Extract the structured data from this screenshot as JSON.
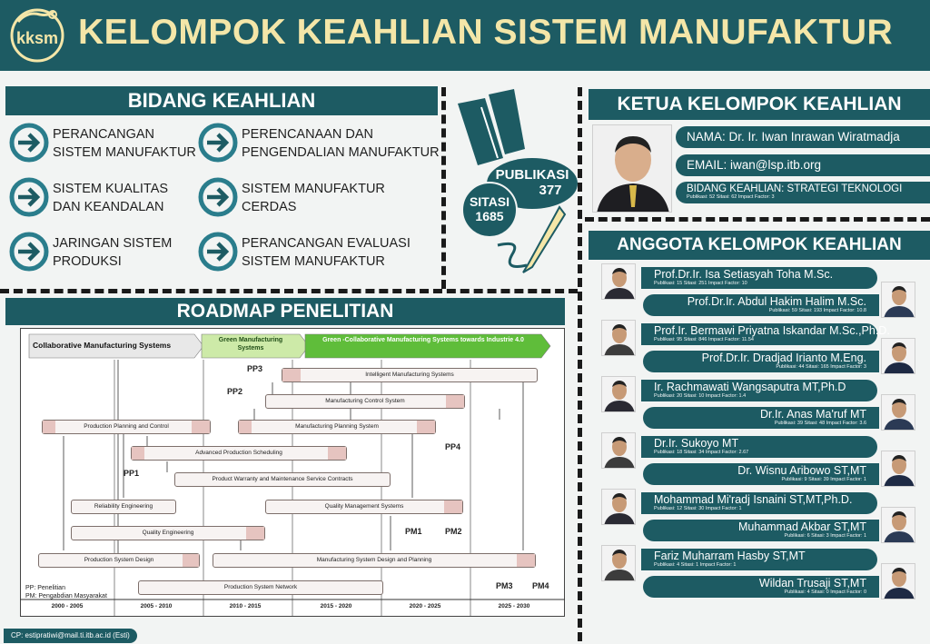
{
  "header": {
    "logo_text": "kksm",
    "title": "KELOMPOK KEAHLIAN SISTEM MANUFAKTUR"
  },
  "bidang": {
    "heading": "BIDANG KEAHLIAN",
    "items": [
      {
        "line1": "PERANCANGAN",
        "line2": "SISTEM MANUFAKTUR"
      },
      {
        "line1": "PERENCANAAN DAN",
        "line2": "PENGENDALIAN MANUFAKTUR"
      },
      {
        "line1": "SISTEM KUALITAS",
        "line2": "DAN KEANDALAN"
      },
      {
        "line1": "SISTEM MANUFAKTUR",
        "line2": "CERDAS"
      },
      {
        "line1": "JARINGAN SISTEM",
        "line2": "PRODUKSI"
      },
      {
        "line1": "PERANCANGAN EVALUASI",
        "line2": "SISTEM MANUFAKTUR"
      }
    ]
  },
  "stats": {
    "publikasi_label": "PUBLIKASI",
    "publikasi_value": "377",
    "sitasi_label": "SITASI",
    "sitasi_value": "1685"
  },
  "ketua": {
    "heading": "KETUA KELOMPOK KEAHLIAN",
    "name": "NAMA: Dr. Ir. Iwan Inrawan Wiratmadja",
    "email": "EMAIL: iwan@lsp.itb.org",
    "bidang": "BIDANG KEAHLIAN: STRATEGI TEKNOLOGI",
    "bidang_sub": "Publikasi: 52 Sitasi: 62 Impact Factor: 3"
  },
  "anggota": {
    "heading": "ANGGOTA KELOMPOK KEAHLIAN",
    "members": [
      {
        "name": "Prof.Dr.Ir. Isa Setiasyah Toha M.Sc.",
        "stats": "Publikasi: 15 Sitasi: 251 Impact Factor: 10"
      },
      {
        "name": "Prof.Dr.Ir. Abdul Hakim Halim M.Sc.",
        "stats": "Publikasi: 59 Sitasi: 193 Impact Factor: 10.8"
      },
      {
        "name": "Prof.Ir. Bermawi Priyatna Iskandar M.Sc.,Ph.D.",
        "stats": "Publikasi: 95 Sitasi: 846 Impact Factor: 11.54"
      },
      {
        "name": "Prof.Dr.Ir. Dradjad Irianto M.Eng.",
        "stats": "Publikasi: 44 Sitasi: 165 Impact Factor: 3"
      },
      {
        "name": "Ir. Rachmawati Wangsaputra MT,Ph.D",
        "stats": "Publikasi: 20 Sitasi: 10 Impact Factor: 1.4"
      },
      {
        "name": "Dr.Ir. Anas Ma'ruf MT",
        "stats": "Publikasi: 39 Sitasi: 48 Impact Factor: 3.6"
      },
      {
        "name": "Dr.Ir. Sukoyo MT",
        "stats": "Publikasi: 18 Sitasi: 34 Impact Factor: 2.67"
      },
      {
        "name": "Dr. Wisnu Aribowo ST,MT",
        "stats": "Publikasi: 9 Sitasi: 39 Impact Factor: 1"
      },
      {
        "name": "Mohammad Mi'radj Isnaini ST,MT,Ph.D.",
        "stats": "Publikasi: 12 Sitasi: 30 Impact Factor: 1"
      },
      {
        "name": "Muhammad Akbar ST,MT",
        "stats": "Publikasi: 6 Sitasi: 3 Impact Factor: 1"
      },
      {
        "name": "Fariz Muharram Hasby ST,MT",
        "stats": "Publikasi: 4 Sitasi: 1 Impact Factor: 1"
      },
      {
        "name": "Wildan Trusaji ST,MT",
        "stats": "Publikasi: 4 Sitasi: 0 Impact Factor: 0"
      }
    ]
  },
  "roadmap": {
    "heading": "ROADMAP PENELITIAN",
    "phases": [
      "Collaborative Manufacturing Systems",
      "Green Manufacturing Systems",
      "Green -Collaborative Manufacturing Systems towards Industrie 4.0"
    ],
    "bars": [
      "Intelligent Manufacturing Systems",
      "Manufacturing Control System",
      "Production Planning and Control",
      "Manufacturing Planning System",
      "Advanced Production Scheduling",
      "Product Warranty and Maintenance Service Contracts",
      "Reliability Engineering",
      "Quality Management Systems",
      "Quality Engineering",
      "Production System Design",
      "Manufacturing System Design and Planning",
      "Production System Network"
    ],
    "labels": [
      "PP3",
      "PP2",
      "PP4",
      "PP1",
      "PM1",
      "PM2",
      "PM3",
      "PM4"
    ],
    "legend": [
      "PP: Penelitian",
      "PM: Pengabdian Masyarakat"
    ],
    "periods": [
      "2000 - 2005",
      "2005 - 2010",
      "2010 - 2015",
      "2015 - 2020",
      "2020 - 2025",
      "2025 - 2030"
    ]
  },
  "footer": {
    "contact": "CP: estipratiwi@mail.ti.itb.ac.id  (Esti)"
  }
}
